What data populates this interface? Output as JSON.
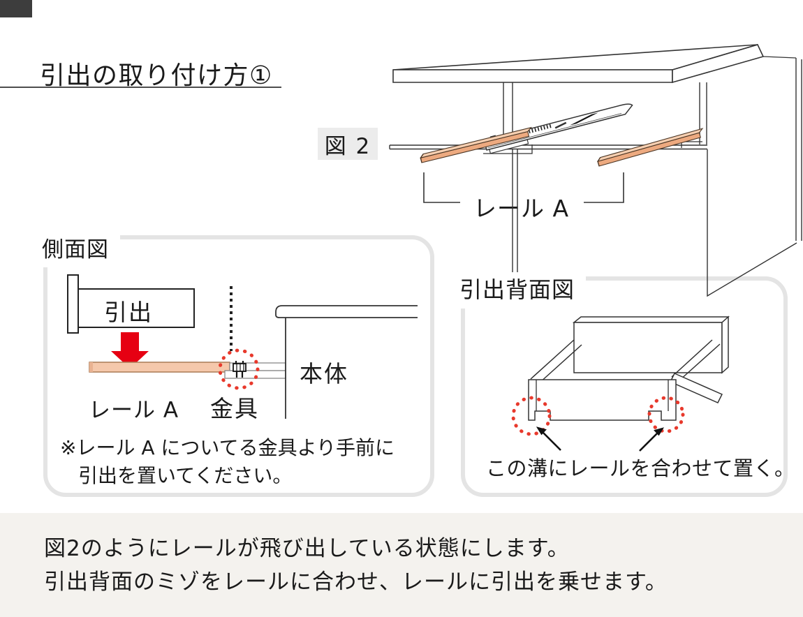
{
  "title": {
    "text": "引出の取り付け方①"
  },
  "figure2": {
    "tag": "図 2",
    "bracket_label": "レール A"
  },
  "side_view": {
    "heading": "側面図",
    "drawer_label": "引出",
    "body_label": "本体",
    "rail_label": "レール A",
    "fitting_label": "金具",
    "note_line1": "※レール A についてる金具より手前に",
    "note_line2": "引出を置いてください。"
  },
  "rear_view": {
    "heading": "引出背面図",
    "caption": "この溝にレールを合わせて置く。"
  },
  "footer": {
    "line1": "図2のようにレールが飛び出している状態にします。",
    "line2": "引出背面のミゾをレールに合わせ、レールに引出を乗せます。"
  },
  "colors": {
    "accent_red": "#e60012",
    "annotation_red": "#e8392c",
    "rail_orange": "#edaa80",
    "rail_orange_top": "#f6cfb1",
    "rail_orange_side_view": "#f5c8ab",
    "panel_border": "#e4e4e4",
    "figure_tag_bg": "#ececec",
    "footer_bg": "#f4f2ee",
    "ink": "#1a1a1a",
    "line_art": "#333333"
  }
}
